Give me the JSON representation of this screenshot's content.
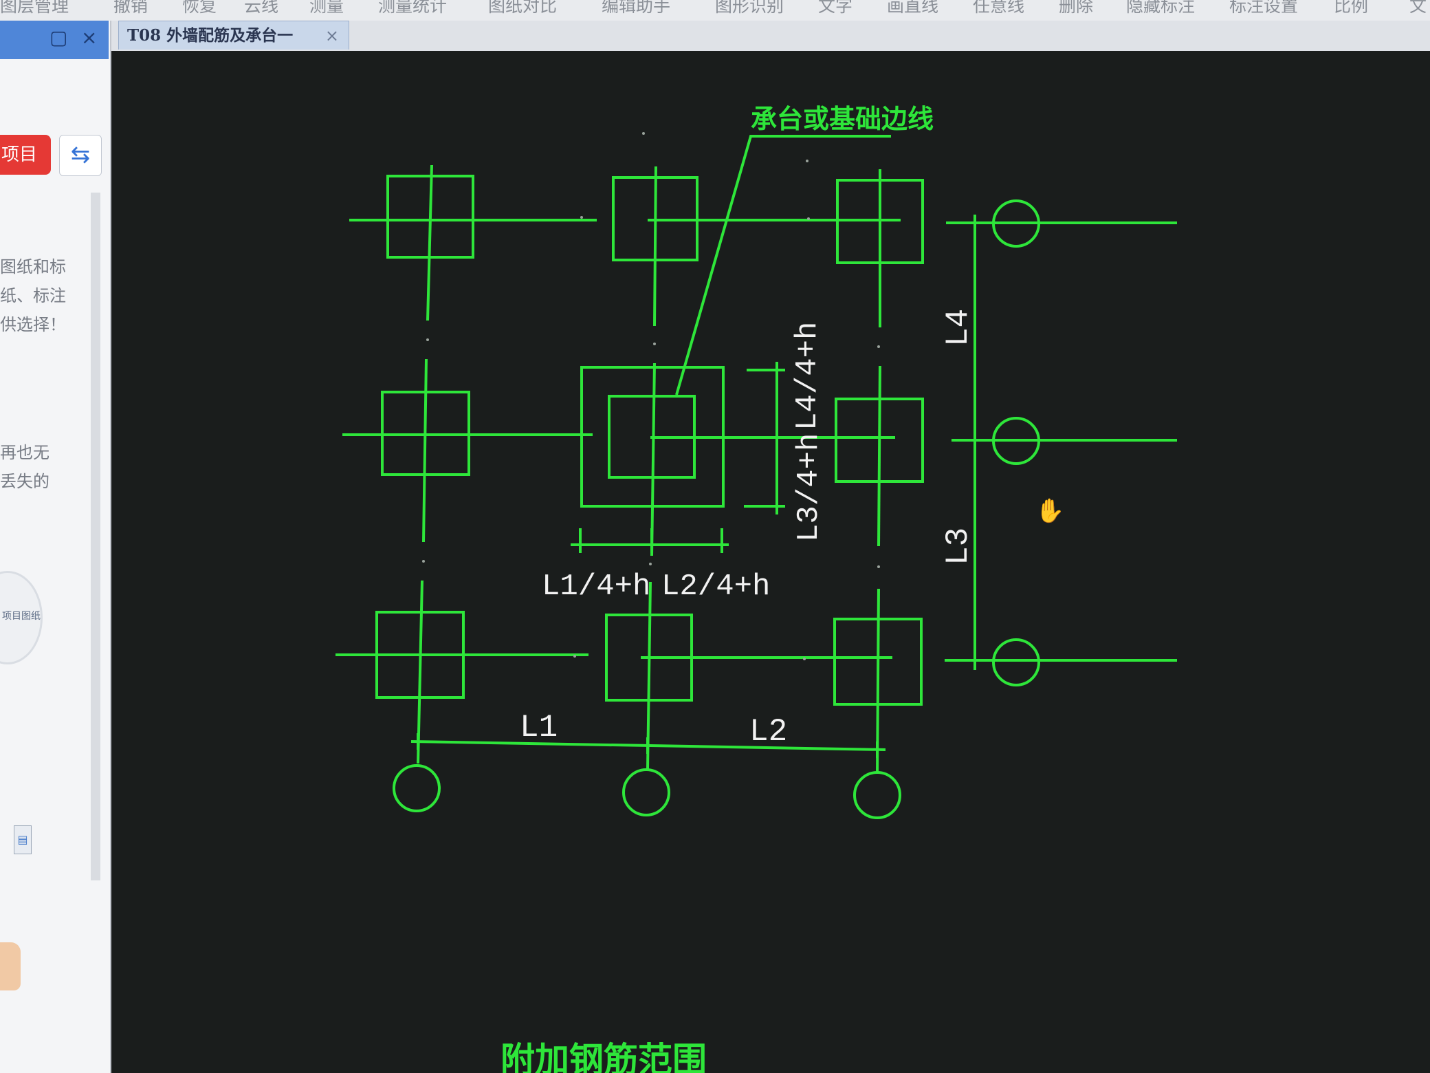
{
  "toolbar": {
    "items": [
      "图层管理",
      "撤销",
      "恢复",
      "云线",
      "测量",
      "测量统计",
      "图纸对比",
      "编辑助手",
      "图形识别",
      "文字",
      "画直线",
      "任意线",
      "删除",
      "隐藏标注",
      "标注设置",
      "比例",
      "文"
    ]
  },
  "tab": {
    "title": "T08 外墙配筋及承台一",
    "close": "×"
  },
  "left_panel": {
    "header_icons": [
      "▢",
      "×"
    ],
    "project_button": "项目",
    "sync_icon": "⇆",
    "text_lines": [
      "图纸和标",
      "纸、标注",
      "供选择！",
      "再也无",
      "丢失的"
    ],
    "circle_label": "项目图纸"
  },
  "drawing": {
    "callout_label": "承台或基础边线",
    "dim_h_left": "L1/4+h",
    "dim_h_right": "L2/4+h",
    "dim_v_upper": "L4/4+h",
    "dim_v_lower": "L3/4+h",
    "span_l1": "L1",
    "span_l2": "L2",
    "span_l3": "L3",
    "span_l4": "L4",
    "bottom_caption": "附加钢筋范围",
    "line_color": "#2ee63a",
    "dim_text_color": "#f2f2f2",
    "background_color": "#1a1d1c"
  }
}
